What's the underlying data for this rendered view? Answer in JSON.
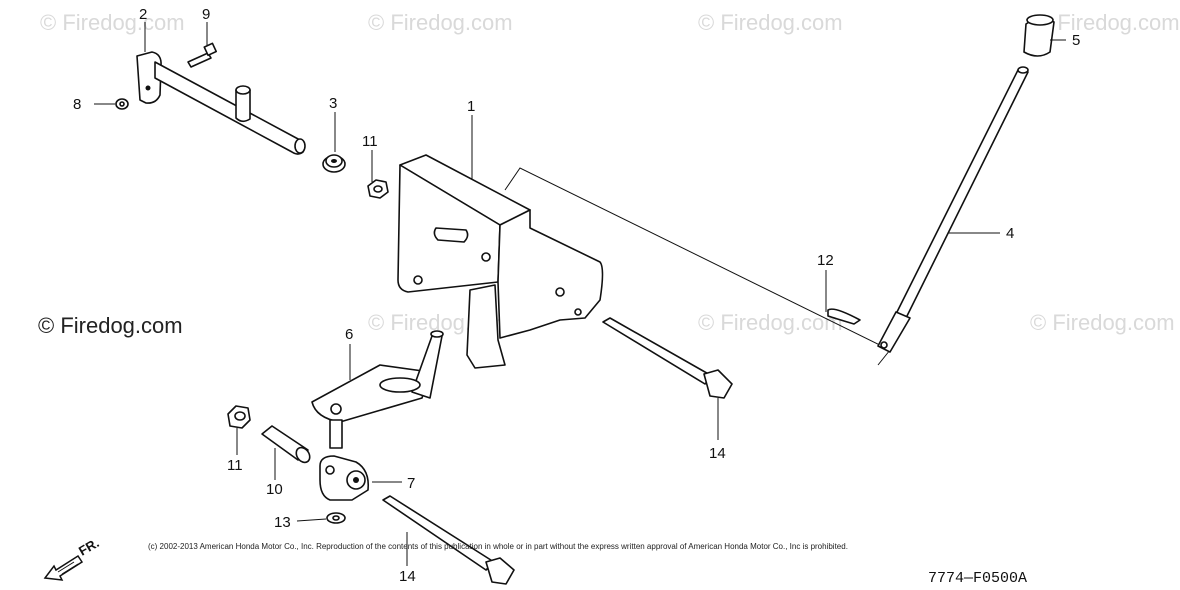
{
  "diagram": {
    "callouts": {
      "c1": "1",
      "c2": "2",
      "c3": "3",
      "c4": "4",
      "c5": "5",
      "c6": "6",
      "c7": "7",
      "c8": "8",
      "c9": "9",
      "c10": "10",
      "c11a": "11",
      "c11b": "11",
      "c12": "12",
      "c13": "13",
      "c14a": "14",
      "c14b": "14"
    },
    "watermark": "© Firedog.com",
    "copyright": "(c) 2002-2013 American Honda Motor Co., Inc. Reproduction of the contents of this publication in whole or in part without the express written approval of American Honda Motor Co., Inc is prohibited.",
    "diagram_code": "7774—F0500A",
    "direction_label": "FR."
  }
}
